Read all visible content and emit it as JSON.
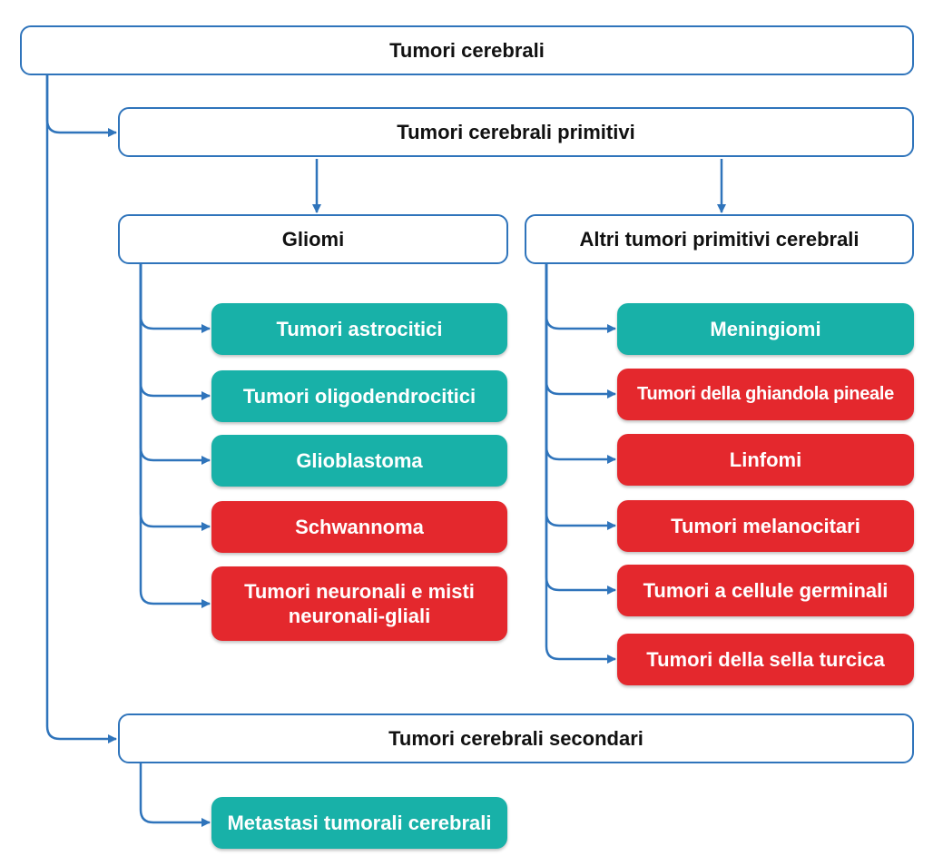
{
  "colors": {
    "connector": "#2f74bb",
    "teal": "#18b1a8",
    "red": "#e4282d",
    "header_border": "#2f74bb"
  },
  "root": {
    "label": "Tumori cerebrali"
  },
  "primary": {
    "label": "Tumori cerebrali primitivi"
  },
  "gliomas": {
    "label": "Gliomi",
    "items": [
      {
        "label": "Tumori astrocitici",
        "color": "teal"
      },
      {
        "label": "Tumori oligodendrocitici",
        "color": "teal"
      },
      {
        "label": "Glioblastoma",
        "color": "teal"
      },
      {
        "label": "Schwannoma",
        "color": "red"
      },
      {
        "label": "Tumori neuronali e misti neuronali-gliali",
        "color": "red"
      }
    ]
  },
  "other_primary": {
    "label": "Altri tumori primitivi cerebrali",
    "items": [
      {
        "label": "Meningiomi",
        "color": "teal"
      },
      {
        "label": "Tumori della ghiandola pineale",
        "color": "red"
      },
      {
        "label": "Linfomi",
        "color": "red"
      },
      {
        "label": "Tumori melanocitari",
        "color": "red"
      },
      {
        "label": "Tumori a cellule germinali",
        "color": "red"
      },
      {
        "label": "Tumori della sella turcica",
        "color": "red"
      }
    ]
  },
  "secondary": {
    "label": "Tumori cerebrali secondari",
    "items": [
      {
        "label": "Metastasi tumorali cerebrali",
        "color": "teal"
      }
    ]
  }
}
